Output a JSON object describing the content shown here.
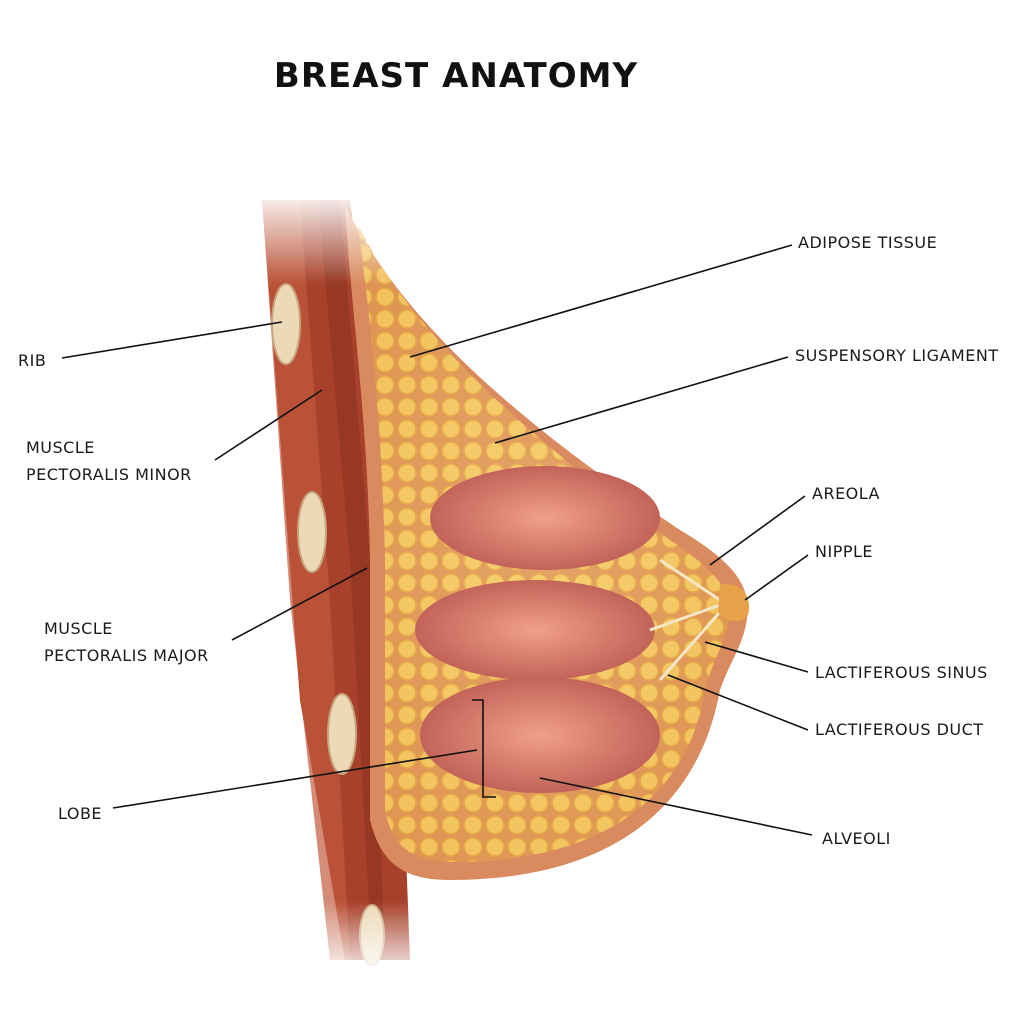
{
  "title": "BREAST ANATOMY",
  "labels": {
    "rib": "RIB",
    "pec_minor_1": "MUSCLE",
    "pec_minor_2": "PECTORALIS MINOR",
    "pec_major_1": "MUSCLE",
    "pec_major_2": "PECTORALIS MAJOR",
    "lobe": "LOBE",
    "adipose": "ADIPOSE TISSUE",
    "suspensory": "SUSPENSORY LIGAMENT",
    "areola": "AREOLA",
    "nipple": "NIPPLE",
    "sinus": "LACTIFEROUS SINUS",
    "duct": "LACTIFEROUS DUCT",
    "alveoli": "ALVEOLI"
  },
  "colors": {
    "muscle": "#a8412b",
    "skin": "#d98a5e",
    "fat": "#f2c15a",
    "lobe": "#d67b70",
    "rib": "#ecd9b8"
  }
}
